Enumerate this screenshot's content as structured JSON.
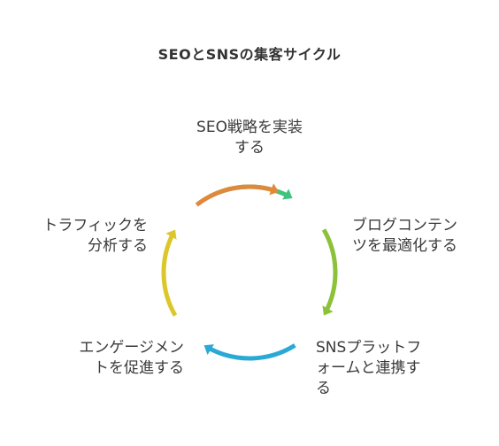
{
  "diagram": {
    "title": "SEOとSNSの集客サイクル",
    "steps": [
      {
        "id": "seo-strategy",
        "lines": [
          "SEO戦略を実装",
          "する"
        ],
        "color": "#3ec47e"
      },
      {
        "id": "blog-content",
        "lines": [
          "ブログコンテン",
          "ツを最適化する"
        ],
        "color": "#8cc13a"
      },
      {
        "id": "sns-platform",
        "lines": [
          "SNSプラットフ",
          "ォームと連携す",
          "る"
        ],
        "color": "#2ba9d6"
      },
      {
        "id": "engagement",
        "lines": [
          "エンゲージメン",
          "トを促進する"
        ],
        "color": "#dcc72a"
      },
      {
        "id": "traffic-analysis",
        "lines": [
          "トラフィックを",
          "分析する"
        ],
        "color": "#e0893a"
      }
    ]
  }
}
